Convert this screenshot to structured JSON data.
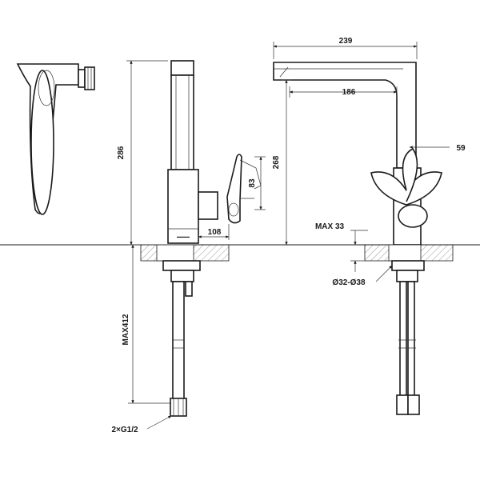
{
  "dimensions": {
    "width_total": "239",
    "spout_reach": "186",
    "lever_offset": "59",
    "height_total": "286",
    "height_spout": "268",
    "lever_height": "83",
    "body_depth": "108",
    "max_deck": "MAX 33",
    "hole_diameter": "Ø32-Ø38",
    "hose_length": "MAX412",
    "connection": "2×G1/2"
  },
  "colors": {
    "line": "#1a1a1a",
    "hatch": "#555555",
    "background": "#ffffff"
  }
}
